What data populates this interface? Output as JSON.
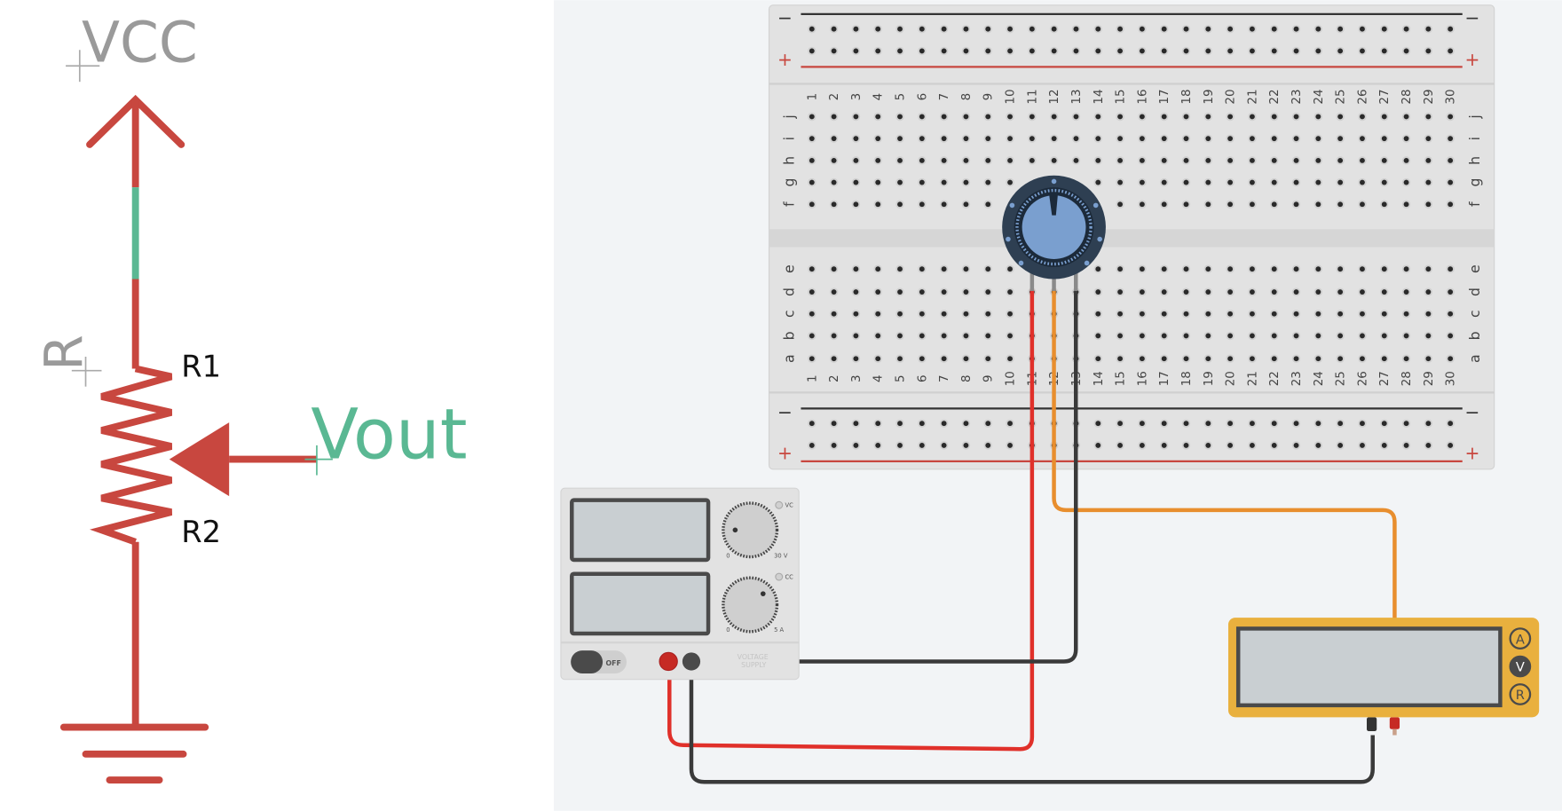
{
  "schematic": {
    "supply_label": "VCC",
    "resistor_label": "R",
    "r1_label": "R1",
    "r2_label": "R2",
    "output_label": "Vout",
    "colors": {
      "wire": "#c8473f",
      "net": "#5ab893",
      "label": "#9a9a9a"
    }
  },
  "breadboard": {
    "columns": [
      "1",
      "2",
      "3",
      "4",
      "5",
      "6",
      "7",
      "8",
      "9",
      "10",
      "11",
      "12",
      "13",
      "14",
      "15",
      "16",
      "17",
      "18",
      "19",
      "20",
      "21",
      "22",
      "23",
      "24",
      "25",
      "26",
      "27",
      "28",
      "29",
      "30"
    ],
    "top_rows": [
      "j",
      "i",
      "h",
      "g",
      "f"
    ],
    "bottom_rows": [
      "e",
      "d",
      "c",
      "b",
      "a"
    ],
    "rail_minus": "−",
    "rail_plus": "+"
  },
  "power_supply": {
    "voltage_led_label": "VC",
    "current_led_label": "CC",
    "voltage_min": "0",
    "voltage_max": "30 V",
    "current_min": "0",
    "current_max": "5 A",
    "power_switch_label": "OFF",
    "brand_line1": "VOLTAGE",
    "brand_line2": "SUPPLY"
  },
  "multimeter": {
    "mode_buttons": [
      "A",
      "V",
      "R"
    ],
    "active_mode": "V"
  },
  "colors": {
    "red_wire": "#e0302a",
    "black_wire": "#3a3a3a",
    "orange_wire": "#e88e2e",
    "multimeter_body": "#e9b03e",
    "pot_knob": "#7a9fcf"
  }
}
